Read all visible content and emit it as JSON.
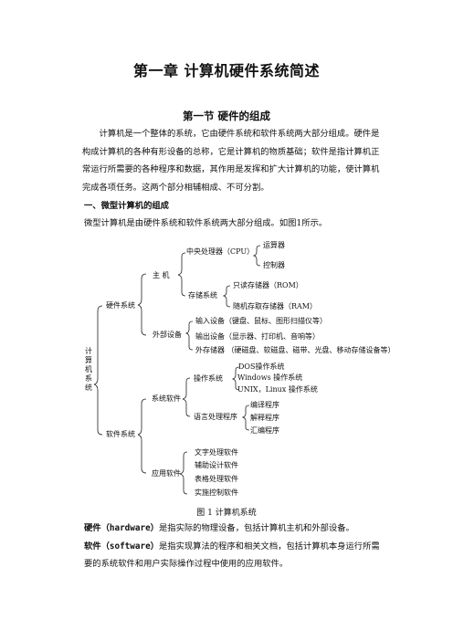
{
  "chapter_title": "第一章  计算机硬件系统简述",
  "section_title": "第一节    硬件的组成",
  "intro_paragraph": "计算机是一个整体的系统，它由硬件系统和软件系统两大部分组成。硬件是构成计算机的各种有形设备的总称，它是计算机的物质基础；软件是指计算机正常运行所需要的各种程序和数据，其作用是发挥和扩大计算机的功能，使计算机完成各项任务。这两个部分相辅相成、不可分割。",
  "heading_1": "一、微型计算机的组成",
  "heading_1_text": "微型计算机是由硬件系统和软件系统两大部分组成。如图1所示。",
  "tree": {
    "root": "计算机系统",
    "hardware": "硬件系统",
    "host": "主  机",
    "cpu": "中央处理器（CPU）",
    "alu": "运算器",
    "controller": "控制器",
    "storage": "存储系统",
    "rom": "只读存储器（ROM）",
    "ram": "随机存取存储器（RAM）",
    "peripherals": "外部设备",
    "input": "输入设备（键盘、鼠标、图形扫描仪等）",
    "output": "输出设备（显示器、打印机、音响等）",
    "external_storage": "外存储器  （硬磁盘、软磁盘、磁带、光盘、移动存储设备等）",
    "software": "软件系统",
    "system_software": "系统软件",
    "os": "操作系统",
    "dos": "DOS操作系统",
    "windows": "Windows 操作系统",
    "unix": "UNIX，Linux 操作系统",
    "lang": "语言处理程序",
    "compiler": "编译程序",
    "interpreter": "解释程序",
    "assembler": "汇编程序",
    "app_software": "应用软件",
    "word": "文字处理软件",
    "cad": "辅助设计软件",
    "spreadsheet": "表格处理软件",
    "control": "实施控制软件"
  },
  "figure_caption": "图 1 计算机系统",
  "def_hardware_term": "硬件（hardware）",
  "def_hardware_text": "是指实际的物理设备，包括计算机主机和外部设备。",
  "def_software_term": "软件（software）",
  "def_software_text": "是指实现算法的程序和相关文档，包括计算机本身运行所需要的系统软件和用户实际操作过程中使用的应用软件。"
}
